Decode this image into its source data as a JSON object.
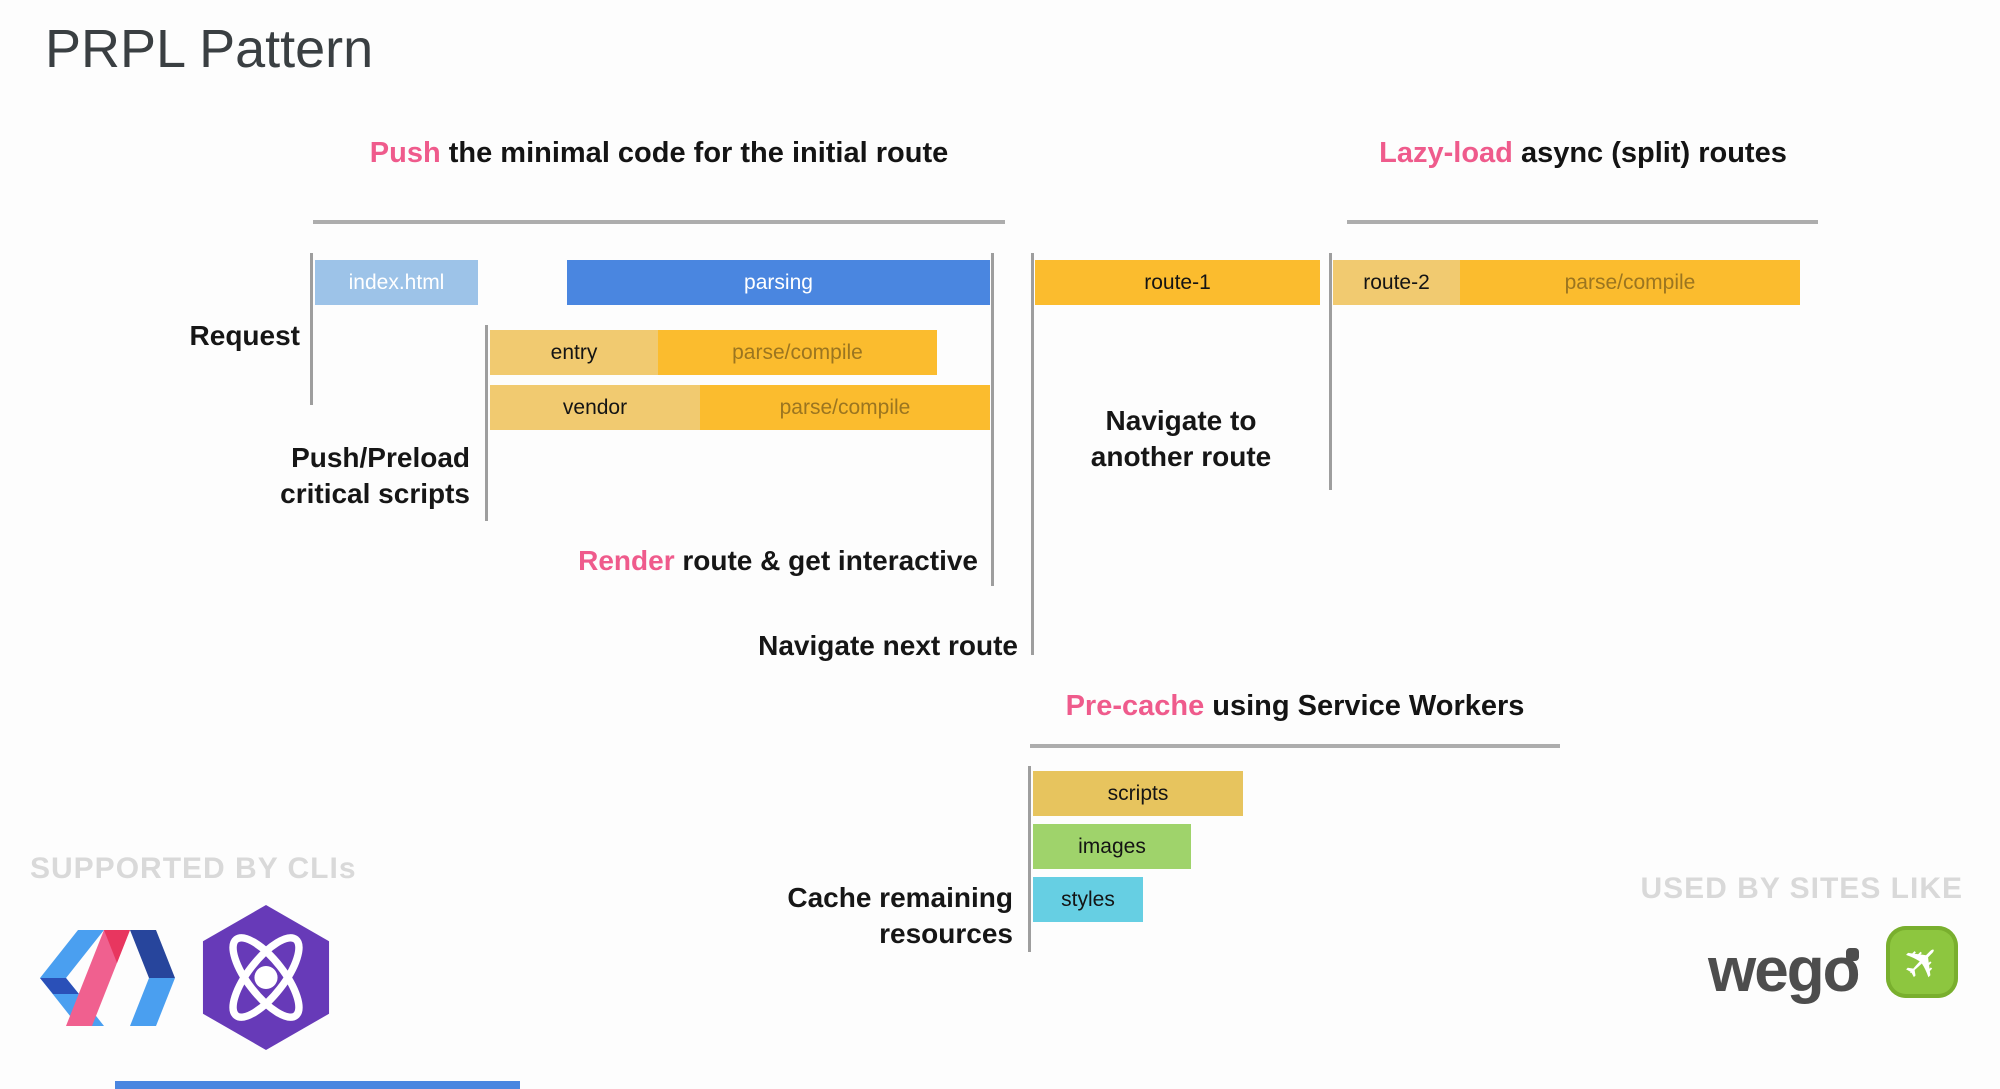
{
  "slide": {
    "title": "PRPL Pattern"
  },
  "headers": {
    "push": {
      "highlight": "Push",
      "rest": " the minimal code for the initial route"
    },
    "lazyload": {
      "highlight": "Lazy-load",
      "rest": " async (split) routes"
    },
    "precache": {
      "highlight": "Pre-cache",
      "rest": " using Service Workers"
    }
  },
  "timeline": {
    "request_label": "Request",
    "push_preload_line1": "Push/Preload",
    "push_preload_line2": "critical scripts",
    "render": {
      "highlight": "Render",
      "rest": " route & get interactive"
    },
    "navigate_next_label": "Navigate next route",
    "navigate_to_line1": "Navigate to",
    "navigate_to_line2": "another route",
    "cache_line1": "Cache remaining",
    "cache_line2": "resources",
    "bars": {
      "index_html": "index.html",
      "parsing": "parsing",
      "entry": "entry",
      "entry_parse": "parse/compile",
      "vendor": "vendor",
      "vendor_parse": "parse/compile",
      "route1": "route-1",
      "route2": "route-2",
      "route2_parse": "parse/compile",
      "scripts": "scripts",
      "images": "images",
      "styles": "styles"
    }
  },
  "footer": {
    "supported_by": "SUPPORTED BY CLIs",
    "used_by": "USED BY SITES LIKE",
    "wego_text": "wego",
    "wego_plane_glyph": "✈"
  },
  "colors": {
    "pink": "#ef5b8c",
    "blue": "#4a86e0",
    "light_blue": "#9dc3e8",
    "tan": "#f1ca70",
    "gold": "#fbbc2e",
    "gold_text": "#9b7520",
    "scripts_tan": "#e7c45e",
    "images_green": "#9fd36b",
    "styles_cyan": "#66cfe3",
    "line_gray": "#9e9e9e",
    "watermark_gray": "#d9d9d9",
    "preact_purple": "#673ab8",
    "wego_green": "#8dc63f",
    "wego_dark": "#4d4d4d"
  }
}
